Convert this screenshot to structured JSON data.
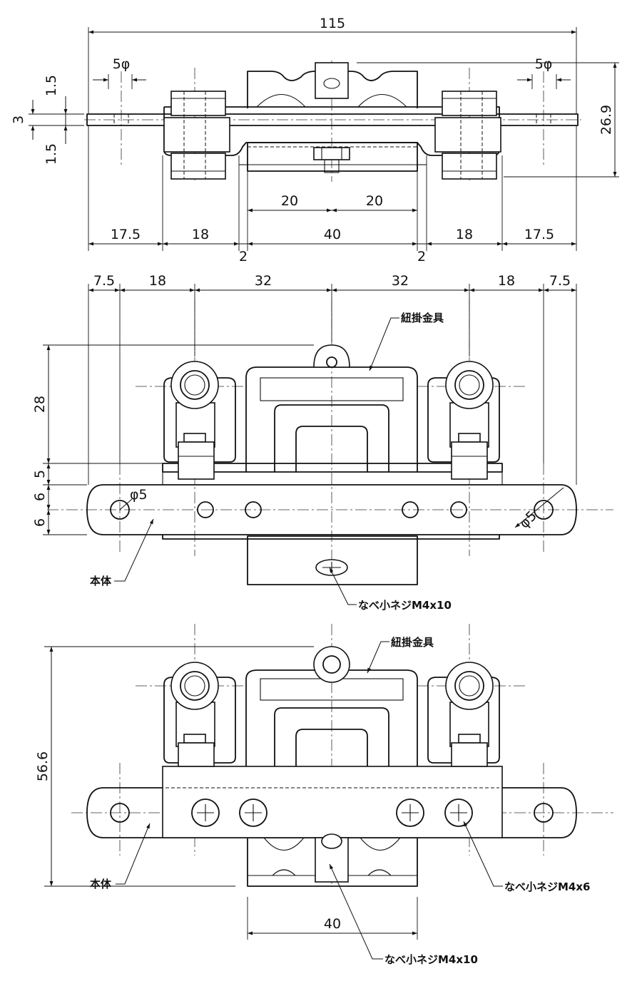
{
  "dimensions": {
    "overall_width": "115",
    "hole_dia_left": "5φ",
    "hole_dia_right": "5φ",
    "thickness_upper": "1.5",
    "thickness_mid": "3",
    "thickness_lower": "1.5",
    "height_total": "26.9",
    "half_left": "20",
    "half_right": "20",
    "bottom_chain": [
      "17.5",
      "18",
      "40",
      "18",
      "17.5"
    ],
    "gap_left": "2",
    "gap_right": "2",
    "front_chain": [
      "7.5",
      "18",
      "32",
      "32",
      "18",
      "7.5"
    ],
    "front_height": "28",
    "front_v5": "5",
    "front_v6a": "6",
    "front_v6b": "6",
    "front_hole_left": "φ5",
    "front_hole_right": "φ5",
    "rear_height": "56.6",
    "rear_width": "40"
  },
  "labels": {
    "front_hanger": "紐掛金具",
    "front_body": "本体",
    "front_screw": "なべ小ネジM4x10",
    "rear_hanger": "紐掛金具",
    "rear_body": "本体",
    "rear_screw_small": "なべ小ネジM4x6",
    "rear_screw_large": "なべ小ネジM4x10"
  }
}
